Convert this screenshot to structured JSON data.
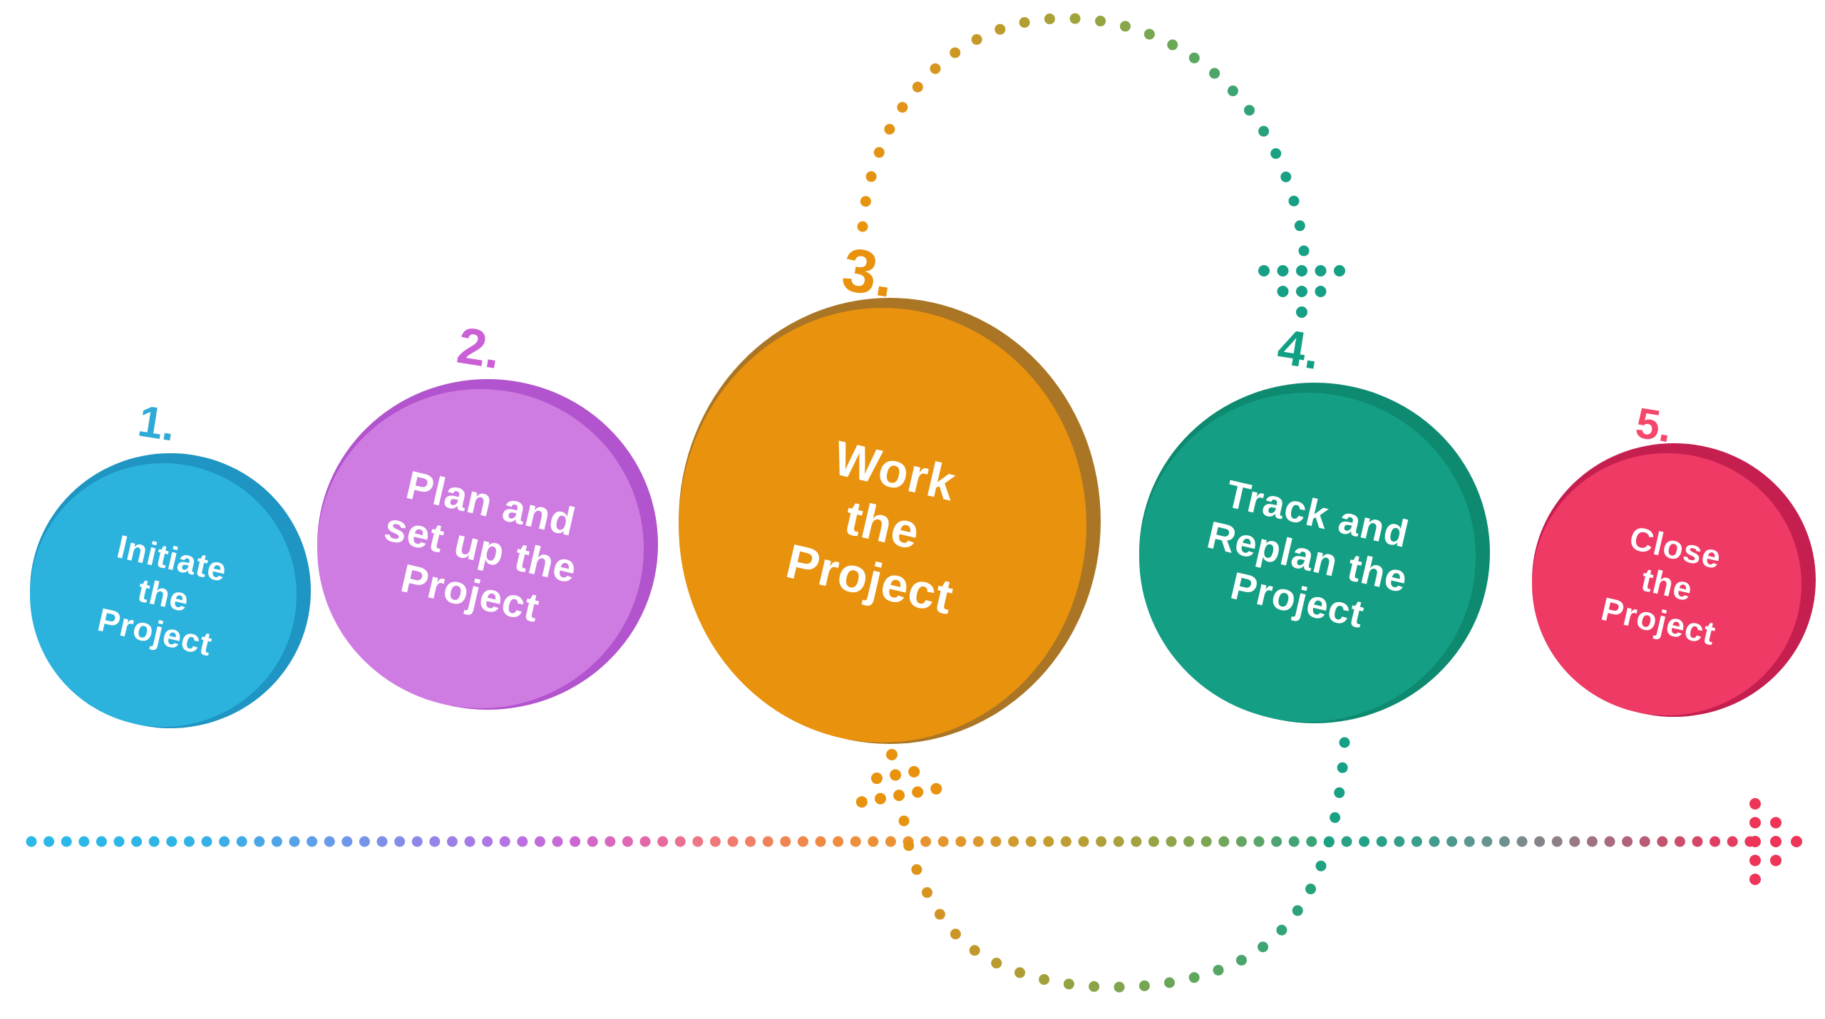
{
  "diagram": {
    "background": "#ffffff"
  },
  "steps": [
    {
      "number": "1.",
      "lines": [
        "Initiate",
        "the",
        "Project"
      ],
      "fill": "#2cb3dd",
      "rim": "#1e95c2",
      "number_color": "#2fa9d6"
    },
    {
      "number": "2.",
      "lines": [
        "Plan and",
        "set up the",
        "Project"
      ],
      "fill": "#cf7ce2",
      "rim": "#b254cd",
      "number_color": "#cb5fd6"
    },
    {
      "number": "3.",
      "lines": [
        "Work",
        "the",
        "Project"
      ],
      "fill": "#e8920e",
      "rim": "#aa7524",
      "number_color": "#e8920e"
    },
    {
      "number": "4.",
      "lines": [
        "Track and",
        "Replan the",
        "Project"
      ],
      "fill": "#149e84",
      "rim": "#0d8a70",
      "number_color": "#12a085"
    },
    {
      "number": "5.",
      "lines": [
        "Close",
        "the",
        "Project"
      ],
      "fill": "#ee3a64",
      "rim": "#c51f50",
      "number_color": "#f4476b"
    }
  ],
  "connectors": {
    "timeline": {
      "dot_radius": 7.5,
      "arrow_color": "#ee3558",
      "stops": [
        [
          0,
          "#2ab9e8"
        ],
        [
          0.09,
          "#2fb3e6"
        ],
        [
          0.16,
          "#5aa0e8"
        ],
        [
          0.22,
          "#8a8ae8"
        ],
        [
          0.275,
          "#b473e4"
        ],
        [
          0.316,
          "#cc67d2"
        ],
        [
          0.358,
          "#e468a8"
        ],
        [
          0.4,
          "#f07a78"
        ],
        [
          0.44,
          "#f08550"
        ],
        [
          0.48,
          "#ee8f3a"
        ],
        [
          0.536,
          "#e4962c"
        ],
        [
          0.586,
          "#c89c2d"
        ],
        [
          0.636,
          "#a8a13e"
        ],
        [
          0.685,
          "#7ba655"
        ],
        [
          0.731,
          "#47a474"
        ],
        [
          0.773,
          "#21a287"
        ],
        [
          0.814,
          "#3f9d8d"
        ],
        [
          0.856,
          "#6f9190"
        ],
        [
          0.897,
          "#977a85"
        ],
        [
          0.939,
          "#b85b74"
        ],
        [
          0.98,
          "#e03f62"
        ],
        [
          1,
          "#e93a5e"
        ]
      ]
    },
    "upper_loop": {
      "dot_radius": 7.5,
      "arrow_color": "#16a085",
      "stops": [
        [
          0,
          "#e8940f"
        ],
        [
          0.2,
          "#e09418"
        ],
        [
          0.35,
          "#c39b28"
        ],
        [
          0.5,
          "#9aa53c"
        ],
        [
          0.62,
          "#6fa854"
        ],
        [
          0.75,
          "#3aa473"
        ],
        [
          0.85,
          "#1ba183"
        ],
        [
          1,
          "#16a085"
        ]
      ]
    },
    "lower_loop": {
      "dot_radius": 7.5,
      "arrow_color": "#e8920e",
      "stops": [
        [
          0,
          "#16a085"
        ],
        [
          0.15,
          "#1aa283"
        ],
        [
          0.3,
          "#33a477"
        ],
        [
          0.45,
          "#62a75d"
        ],
        [
          0.6,
          "#8ca447"
        ],
        [
          0.72,
          "#b49c31"
        ],
        [
          0.85,
          "#d29424"
        ],
        [
          1,
          "#e8940f"
        ]
      ]
    }
  }
}
